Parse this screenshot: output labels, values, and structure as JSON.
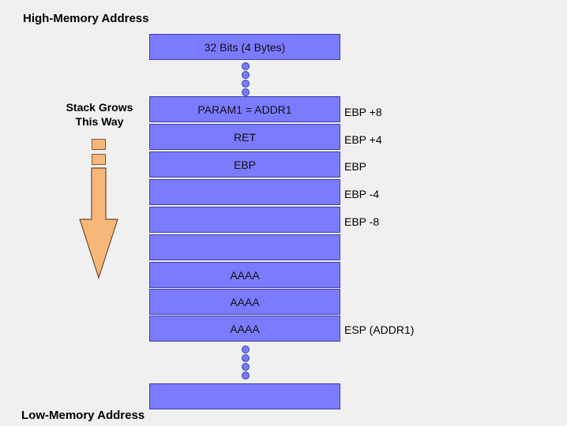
{
  "headings": {
    "high": "High-Memory Address",
    "low": "Low-Memory Address"
  },
  "grows": {
    "line1": "Stack Grows",
    "line2": "This Way"
  },
  "header_cell": "32 Bits (4 Bytes)",
  "cells": [
    "PARAM1 = ADDR1",
    "RET",
    "EBP",
    "",
    "",
    "",
    "AAAA",
    "AAAA",
    "AAAA",
    ""
  ],
  "offsets": [
    "EBP +8",
    "EBP +4",
    "EBP",
    "EBP -4",
    "EBP -8",
    "ESP (ADDR1)"
  ],
  "colors": {
    "cell_fill": "#7b7bff",
    "arrow_fill": "#f7b77a",
    "background": "#f0f0f0"
  },
  "icons": {
    "arrow": "down-arrow-icon",
    "ellipsis": "vertical-ellipsis-icon"
  }
}
